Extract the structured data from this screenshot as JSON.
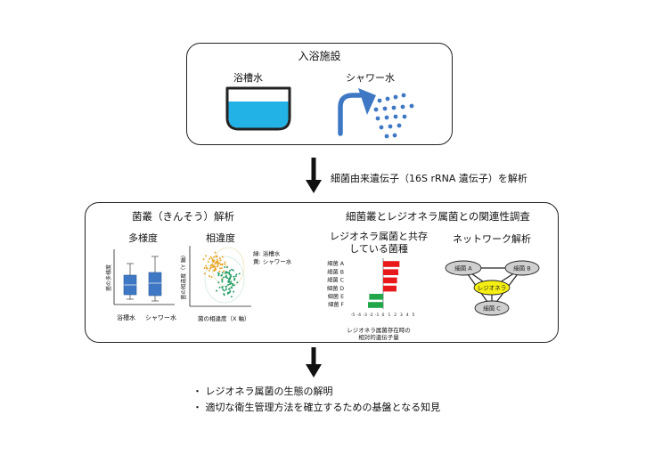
{
  "top": {
    "title": "入浴施設",
    "bath_label": "浴槽水",
    "shower_label": "シャワー水"
  },
  "arrow1_label": "細菌由来遺伝子（16S rRNA 遺伝子）を解析",
  "middle": {
    "left_section_title": "菌叢（きんそう）解析",
    "diversity": {
      "title": "多様度",
      "ylabel": "菌の多様度",
      "categories": [
        "浴槽水",
        "シャワー水"
      ]
    },
    "similarity": {
      "title": "相違度",
      "ylabel": "菌の相違度（Y 軸）",
      "xlabel": "菌の相違度（X 軸）",
      "legend": [
        "緑: 浴槽水",
        "黄: シャワー水"
      ]
    },
    "right_section_title": "細菌叢とレジオネラ属菌との関連性調査",
    "coexist": {
      "title_line1": "レジオネラ属菌と共存",
      "title_line2": "している菌種",
      "xlabel_line1": "レジオネラ属菌存在時の",
      "xlabel_line2": "相対的遺伝子量"
    },
    "network": {
      "title": "ネットワーク解析",
      "node_a": "細菌 A",
      "node_b": "細菌 B",
      "node_c": "細菌 C",
      "node_center": "レジオネラ"
    }
  },
  "chart_data": {
    "type": "bar",
    "orientation": "horizontal",
    "categories": [
      "細菌 A",
      "細菌 B",
      "細菌 C",
      "細菌 D",
      "細菌 E",
      "細菌 F"
    ],
    "values": [
      2.7,
      2.5,
      2.3,
      2.2,
      -2.3,
      -2.5
    ],
    "xlim": [
      -5,
      5
    ],
    "xticks": [
      "-5",
      "-4",
      "-3",
      "-2",
      "-1",
      "0",
      "1",
      "2",
      "3",
      "4",
      "5"
    ],
    "colors": {
      "positive": "#e8191b",
      "negative": "#21a64a"
    }
  },
  "colors": {
    "icon_blue": "#3e78c4",
    "water_cyan": "#23b2e6",
    "scatter_green": "#2aa06b",
    "scatter_yellow": "#e8a628",
    "legionella_yellow": "#f4ee13",
    "node_gray": "#cfcfcf"
  },
  "conclusions": [
    "レジオネラ属菌の生態の解明",
    "適切な衛生管理方法を確立するための基盤となる知見"
  ]
}
